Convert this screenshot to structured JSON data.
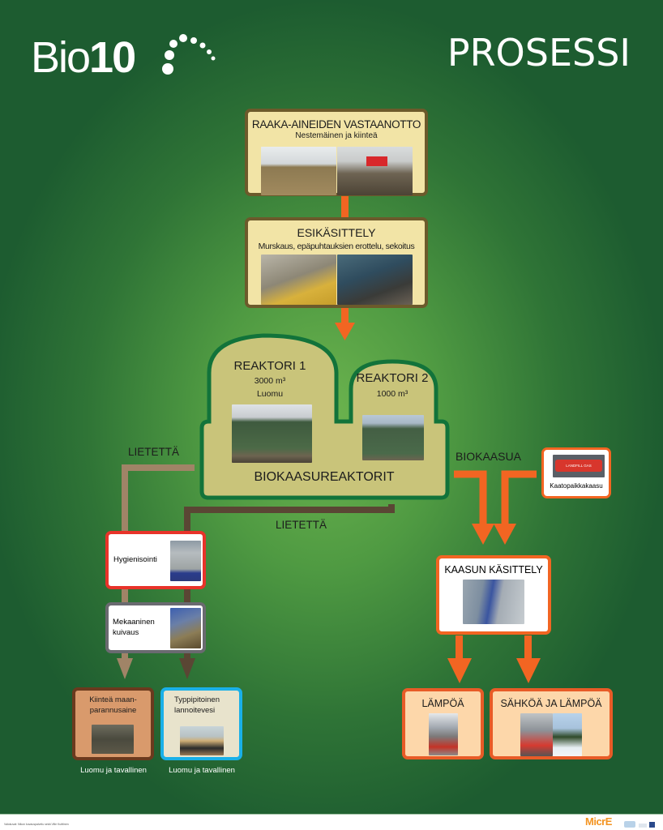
{
  "header": {
    "logo_text_thin": "Bio",
    "logo_text_bold": "10",
    "title": "PROSESSI"
  },
  "steps": {
    "intake": {
      "title": "RAAKA-AINEIDEN VASTAANOTTO",
      "subtitle": "Nestemäinen ja kiinteä"
    },
    "pretreatment": {
      "title": "ESIKÄSITTELY",
      "subtitle": "Murskaus, epäpuhtauksien erottelu, sekoitus"
    },
    "reactors": {
      "reactor1": {
        "title": "REAKTORI 1",
        "volume": "3000 m³",
        "note": "Luomu"
      },
      "reactor2": {
        "title": "REAKTORI 2",
        "volume": "1000 m³"
      },
      "label": "BIOKAASUREAKTORIT"
    },
    "hygienization": {
      "title": "Hygienisointi"
    },
    "drying": {
      "title": "Mekaaninen kuivaus"
    },
    "solid_product": {
      "title": "Kiinteä maan-parannusaine",
      "caption": "Luomu ja tavallinen"
    },
    "liquid_product": {
      "title": "Typpipitoinen lannoitevesi",
      "caption": "Luomu ja tavallinen"
    },
    "landfill_gas": {
      "title": "Kaatopaikkakaasu",
      "sign": "LANDFILL GAS"
    },
    "gas_treatment": {
      "title": "KAASUN KÄSITTELY"
    },
    "heat": {
      "title": "LÄMPÖÄ"
    },
    "power_heat": {
      "title": "SÄHKÖÄ JA LÄMPÖÄ"
    }
  },
  "flow_labels": {
    "digestate_left": "LIETETTÄ",
    "digestate_bottom": "LIETETTÄ",
    "biogas": "BIOKAASUA"
  },
  "footer": {
    "credits": "Valokuvat: Nikon kuvauspalvelu sekä Ville Kuittinen",
    "partner_logo": "MicrE"
  },
  "colors": {
    "orange": "#f26522",
    "light_brown": "#a08467",
    "dark_brown": "#5a4634",
    "reactor_fill": "#c9c47a",
    "reactor_border": "#12733a",
    "red_border": "#e8332a",
    "grey_border": "#6a6a70",
    "blue_border": "#1ab0e8",
    "brown_border": "#6b3a1e"
  }
}
